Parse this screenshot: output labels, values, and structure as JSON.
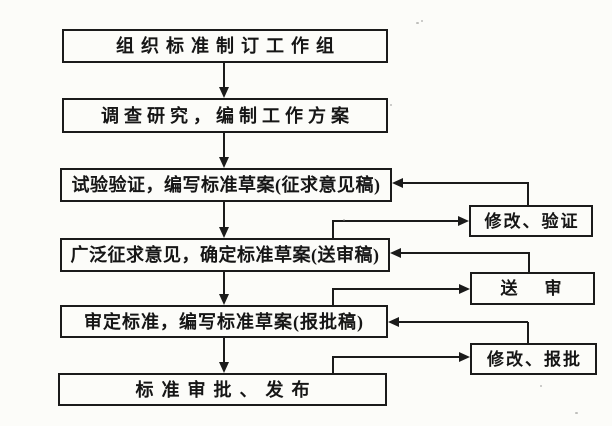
{
  "diagram": {
    "type": "flowchart",
    "colors": {
      "ink": "#1b1b1b",
      "paper": "#fcfcf9"
    },
    "main_boxes": [
      {
        "label": "组织标准制订工作组"
      },
      {
        "label": "调查研究，编制工作方案"
      },
      {
        "label": "试验验证，编写标准草案(征求意见稿)"
      },
      {
        "label": "广泛征求意见，确定标准草案(送审稿)"
      },
      {
        "label": "审定标准，编写标准草案(报批稿)"
      },
      {
        "label": "标准审批、发布"
      }
    ],
    "side_boxes": [
      {
        "label": "修改、验证"
      },
      {
        "label": "送　审"
      },
      {
        "label": "修改、报批"
      }
    ],
    "edges": [
      {
        "from": "organize-workgroup",
        "to": "investigate-plan",
        "style": "arrow-down"
      },
      {
        "from": "investigate-plan",
        "to": "draft-for-comments",
        "style": "arrow-down"
      },
      {
        "from": "draft-for-comments",
        "to": "draft-for-review",
        "style": "arrow-down"
      },
      {
        "from": "draft-for-review",
        "to": "draft-for-approval",
        "style": "arrow-down"
      },
      {
        "from": "draft-for-approval",
        "to": "approve-publish",
        "style": "arrow-down"
      },
      {
        "from": "draft-for-review",
        "to": "modify-verify",
        "style": "elbow-right"
      },
      {
        "from": "modify-verify",
        "to": "draft-for-comments",
        "style": "elbow-left"
      },
      {
        "from": "draft-for-approval",
        "to": "submit-review",
        "style": "elbow-right"
      },
      {
        "from": "submit-review",
        "to": "draft-for-review",
        "style": "elbow-left"
      },
      {
        "from": "approve-publish",
        "to": "modify-approve",
        "style": "elbow-right"
      },
      {
        "from": "modify-approve",
        "to": "draft-for-approval",
        "style": "elbow-left"
      }
    ]
  }
}
